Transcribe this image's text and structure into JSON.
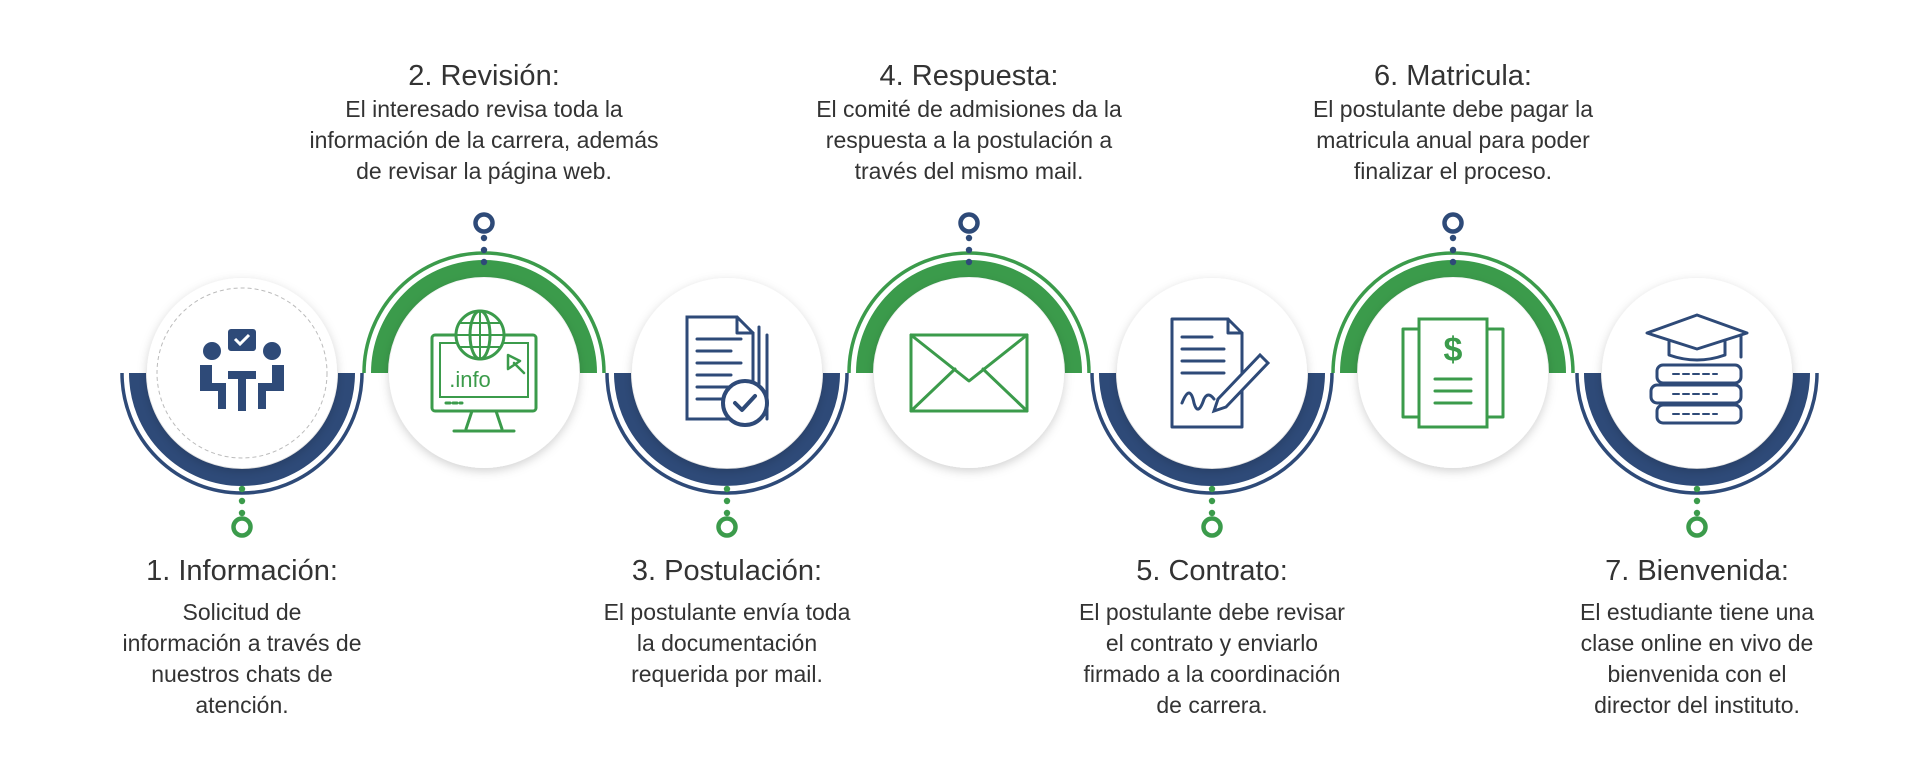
{
  "colors": {
    "navy": "#2e4a78",
    "green": "#3b9b4b",
    "text": "#333333"
  },
  "steps": [
    {
      "title": "1. Información:",
      "lines": [
        "Solicitud de",
        "información a través de",
        "nuestros chats de",
        "atención."
      ],
      "icon": "meeting-icon",
      "arc": "top"
    },
    {
      "title": "2. Revisión:",
      "lines": [
        "El interesado revisa toda la",
        "información de la carrera, además",
        "de revisar la página web."
      ],
      "icon": "computer-info-icon",
      "arc": "bottom",
      "icon_text": ".info"
    },
    {
      "title": "3. Postulación:",
      "lines": [
        "El postulante envía toda",
        "la documentación",
        "requerida por mail."
      ],
      "icon": "documents-check-icon",
      "arc": "top"
    },
    {
      "title": "4. Respuesta:",
      "lines": [
        "El comité de admisiones da la",
        "respuesta a la postulación a",
        "través del mismo mail."
      ],
      "icon": "envelope-icon",
      "arc": "bottom"
    },
    {
      "title": "5. Contrato:",
      "lines": [
        "El postulante debe revisar",
        "el contrato y enviarlo",
        "firmado a la coordinación",
        "de carrera."
      ],
      "icon": "contract-signature-icon",
      "arc": "top"
    },
    {
      "title": "6. Matricula:",
      "lines": [
        "El postulante debe pagar la",
        "matricula anual para poder",
        "finalizar el proceso."
      ],
      "icon": "invoice-dollar-icon",
      "arc": "bottom"
    },
    {
      "title": "7. Bienvenida:",
      "lines": [
        "El estudiante tiene una",
        "clase online en vivo de",
        "bienvenida con el",
        "director del instituto."
      ],
      "icon": "graduation-books-icon",
      "arc": "top"
    }
  ]
}
